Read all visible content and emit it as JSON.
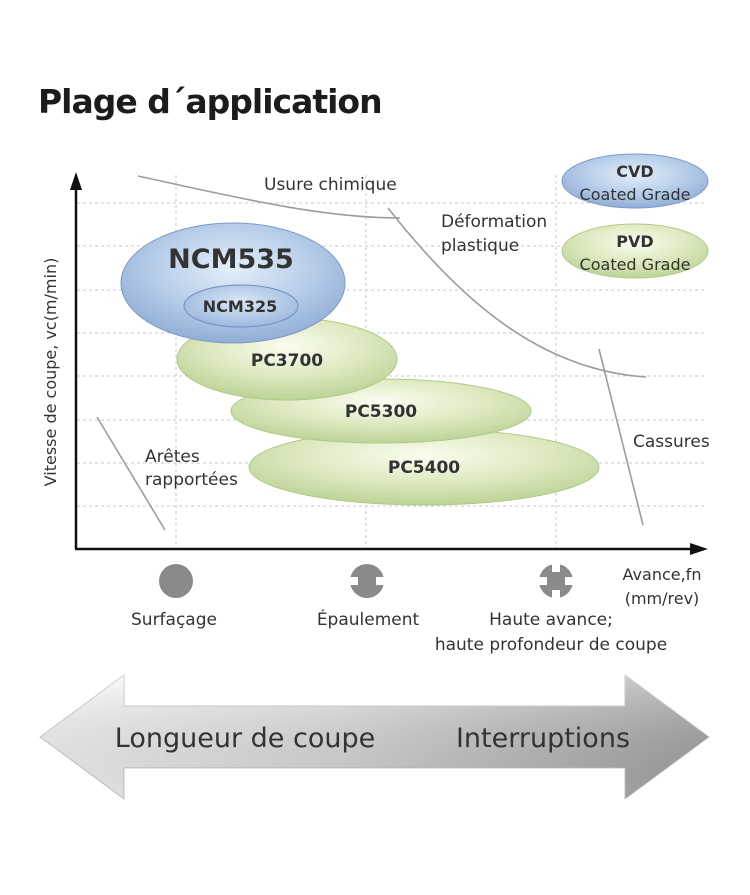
{
  "title": "Plage d´application",
  "axes": {
    "y_label": "Vitesse de coupe, vc(m/min)",
    "x_label_line1": "Avance,fn",
    "x_label_line2": "(mm/rev)"
  },
  "zones": {
    "chemical_wear": "Usure chimique",
    "plastic_deformation_line1": "Déformation",
    "plastic_deformation_line2": "plastique",
    "built_up_edge_line1": "Arêtes",
    "built_up_edge_line2": "rapportées",
    "fractures": "Cassures"
  },
  "legend": {
    "cvd": {
      "title": "CVD",
      "subtitle": "Coated Grade",
      "color": "#a9c2e4"
    },
    "pvd": {
      "title": "PVD",
      "subtitle": "Coated Grade",
      "color": "#cfe0a9"
    }
  },
  "grades": {
    "ncm535": {
      "label": "NCM535",
      "color": "#1f7ec8"
    },
    "ncm325": {
      "label": "NCM325",
      "color": "#1f7ec8"
    },
    "pc3700": {
      "label": "PC3700"
    },
    "pc5300": {
      "label": "PC5300"
    },
    "pc5400": {
      "label": "PC5400"
    }
  },
  "operations": {
    "facing": "Surfaçage",
    "shoulder": "Épaulement",
    "high_feed_line1": "Haute avance;",
    "high_feed_line2": "haute profondeur de coupe"
  },
  "arrow": {
    "left_label": "Longueur de coupe",
    "right_label": "Interruptions"
  }
}
